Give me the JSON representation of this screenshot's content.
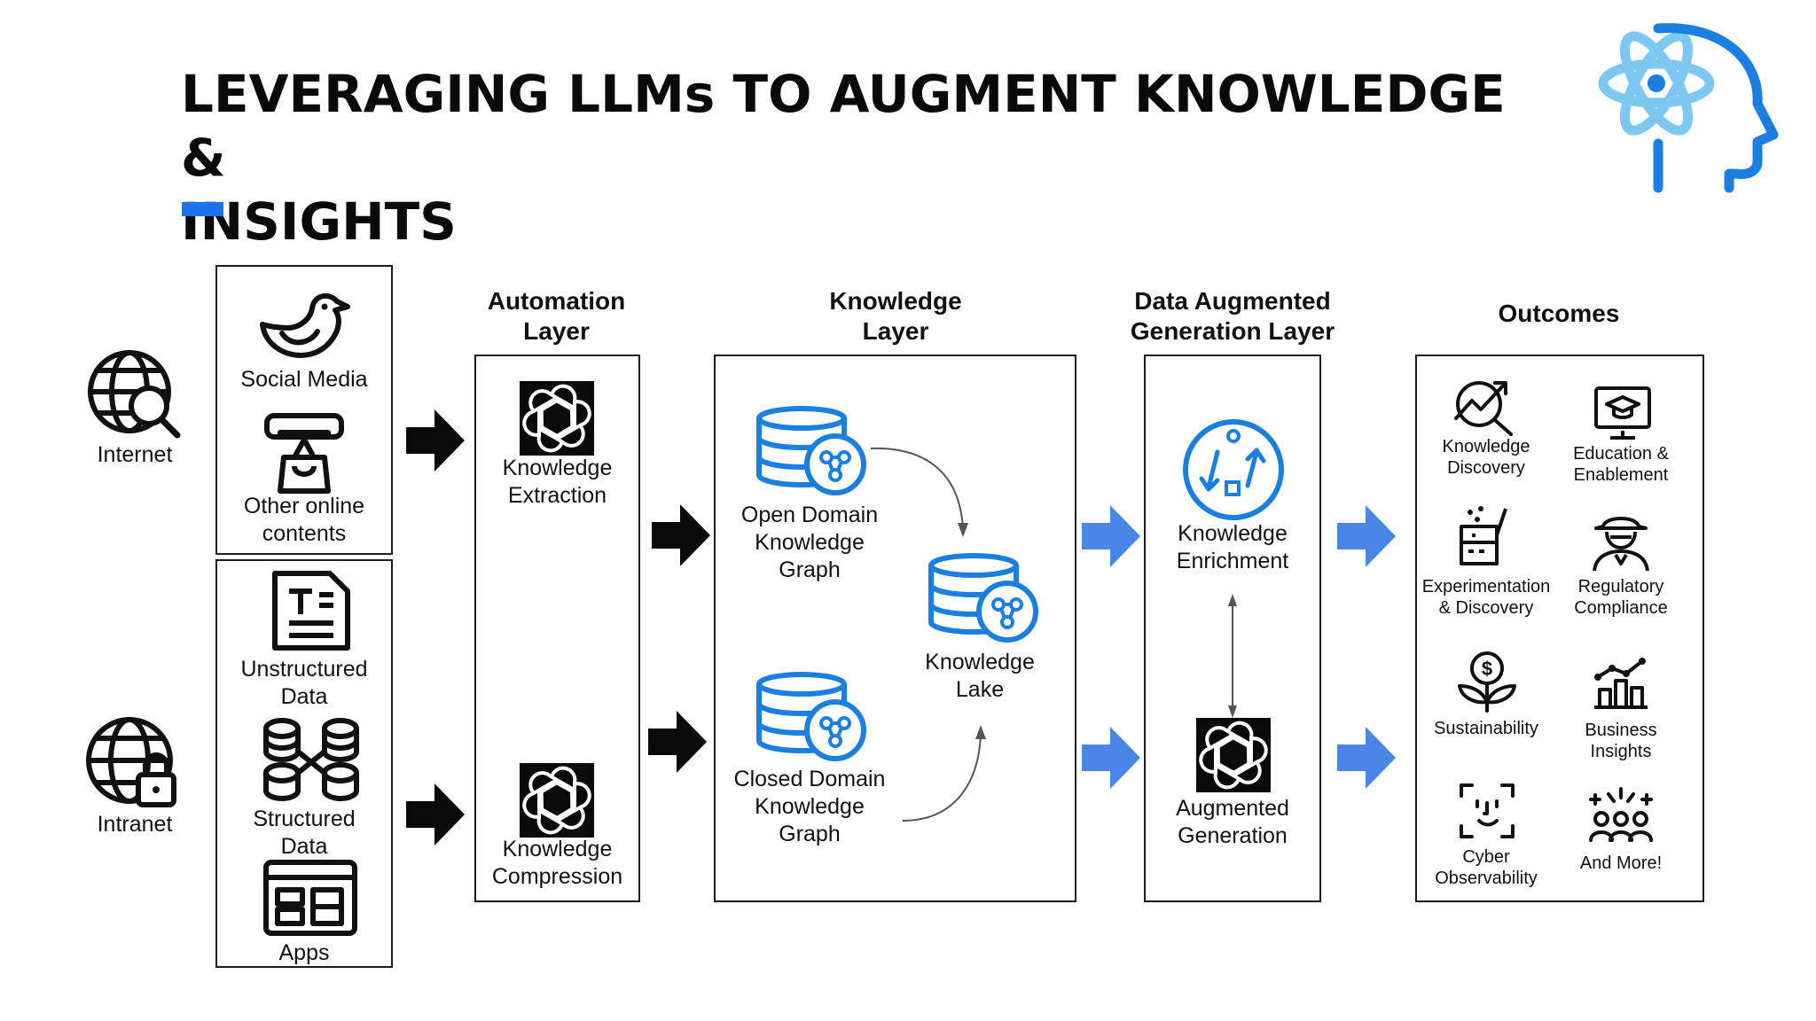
{
  "title": {
    "line1": "LEVERAGING LLMs TO AUGMENT KNOWLEDGE &",
    "line2": "INSIGHTS"
  },
  "colors": {
    "accent": "#1a73e8",
    "arrow_black": "#0a0a0a",
    "arrow_blue": "#4a86e8",
    "icon_blue": "#1a7fe0",
    "logo_light": "#7cc8f0"
  },
  "sources": {
    "internet": {
      "label": "Internet",
      "icon": "globe-search-icon"
    },
    "intranet": {
      "label": "Intranet",
      "icon": "globe-lock-icon"
    },
    "internet_items": [
      {
        "label_lines": [
          "Social Media"
        ],
        "icon": "bird-icon"
      },
      {
        "label_lines": [
          "Other online",
          "contents"
        ],
        "icon": "online-shopping-icon"
      }
    ],
    "intranet_items": [
      {
        "label_lines": [
          "Unstructured",
          "Data"
        ],
        "icon": "document-icon"
      },
      {
        "label_lines": [
          "Structured",
          "Data"
        ],
        "icon": "database-network-icon"
      },
      {
        "label_lines": [
          "Apps"
        ],
        "icon": "app-window-icon"
      }
    ]
  },
  "automation": {
    "header_lines": [
      "Automation",
      "Layer"
    ],
    "extraction_lines": [
      "Knowledge",
      "Extraction"
    ],
    "compression_lines": [
      "Knowledge",
      "Compression"
    ]
  },
  "knowledge": {
    "header_lines": [
      "Knowledge",
      "Layer"
    ],
    "open_lines": [
      "Open Domain",
      "Knowledge",
      "Graph"
    ],
    "closed_lines": [
      "Closed Domain",
      "Knowledge",
      "Graph"
    ],
    "lake_lines": [
      "Knowledge",
      "Lake"
    ]
  },
  "dag": {
    "header_lines": [
      "Data Augmented",
      "Generation Layer"
    ],
    "enrichment_lines": [
      "Knowledge",
      "Enrichment"
    ],
    "augmented_lines": [
      "Augmented",
      "Generation"
    ]
  },
  "outcomes": {
    "header": "Outcomes",
    "items": [
      {
        "label_lines": [
          "Knowledge",
          "Discovery"
        ],
        "icon": "trend-magnifier-icon"
      },
      {
        "label_lines": [
          "Education &",
          "Enablement"
        ],
        "icon": "graduation-monitor-icon"
      },
      {
        "label_lines": [
          "Experimentation",
          "& Discovery"
        ],
        "icon": "beaker-icon"
      },
      {
        "label_lines": [
          "Regulatory",
          "Compliance"
        ],
        "icon": "inspector-icon"
      },
      {
        "label_lines": [
          "Sustainability"
        ],
        "icon": "dollar-plant-icon"
      },
      {
        "label_lines": [
          "Business",
          "Insights"
        ],
        "icon": "bar-chart-icon"
      },
      {
        "label_lines": [
          "Cyber",
          "Observability"
        ],
        "icon": "face-scan-icon"
      },
      {
        "label_lines": [
          "And More!"
        ],
        "icon": "team-sparkle-icon"
      }
    ]
  }
}
